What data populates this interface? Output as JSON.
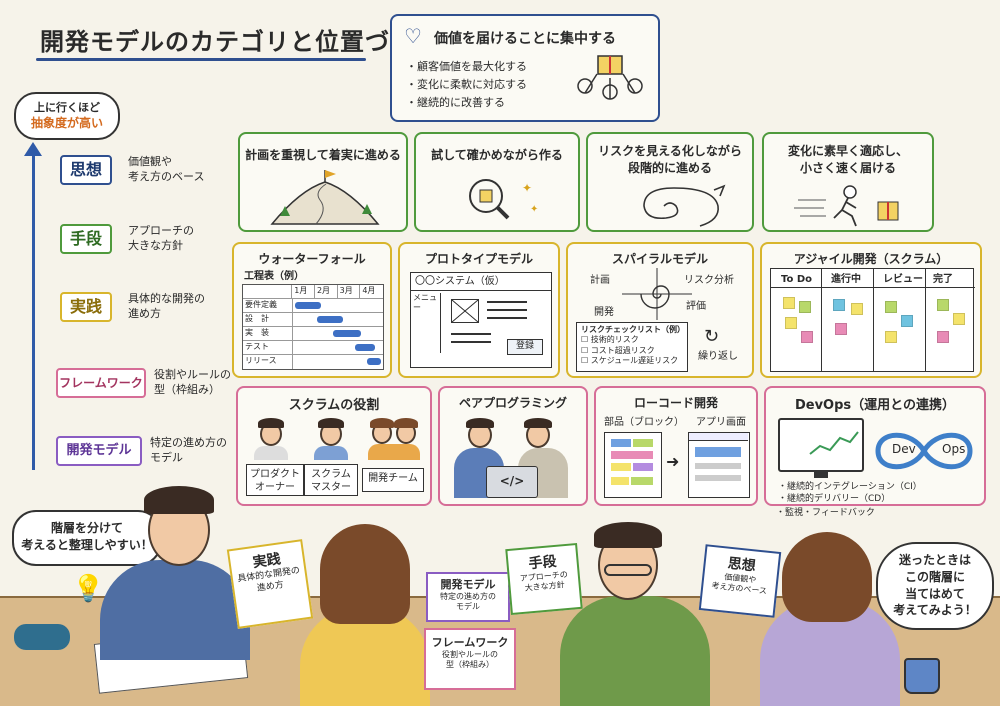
{
  "header": {
    "title": "開発モデルのカテゴリと位置づけ"
  },
  "value_box": {
    "title": "価値を届けることに集中する",
    "bullets": [
      "・顧客価値を最大化する",
      "・変化に柔軟に対応する",
      "・継続的に改善する"
    ]
  },
  "legend": {
    "arrow_note_line1": "上に行くほど",
    "arrow_note_line2": "抽象度が高い",
    "items": [
      {
        "tag": "思想",
        "desc": "価値観や\n考え方のベース",
        "color": "#2f4f8f"
      },
      {
        "tag": "手段",
        "desc": "アプローチの\n大きな方針",
        "color": "#4f9a3c"
      },
      {
        "tag": "実践",
        "desc": "具体的な開発の\n進め方",
        "color": "#d8b52c"
      },
      {
        "tag": "フレームワーク",
        "desc": "役割やルールの\n型（枠組み）",
        "color": "#d66d97"
      },
      {
        "tag": "開発モデル",
        "desc": "特定の進め方の\nモデル",
        "color": "#8a5cc2"
      }
    ]
  },
  "approach_row": [
    {
      "text": "計画を重視して着実に進める"
    },
    {
      "text": "試して確かめながら作る"
    },
    {
      "text": "リスクを見える化しながら\n段階的に進める"
    },
    {
      "text": "変化に素早く適応し、\n小さく速く届ける"
    }
  ],
  "practice_row": {
    "waterfall": {
      "title": "ウォーターフォール",
      "table_title": "工程表（例）",
      "months": [
        "1月",
        "2月",
        "3月",
        "4月"
      ],
      "rows": [
        "要件定義",
        "設　計",
        "実　装",
        "テスト",
        "リリース"
      ]
    },
    "prototype": {
      "title": "プロトタイプモデル",
      "window_title": "〇〇システム（仮）",
      "menu": "メニュー",
      "button": "登録"
    },
    "spiral": {
      "title": "スパイラルモデル",
      "labels": {
        "plan": "計画",
        "risk": "リスク分析",
        "dev": "開発",
        "eval": "評価"
      },
      "checklist_title": "リスクチェックリスト（例）",
      "checklist": [
        "技術的リスク",
        "コスト超過リスク",
        "スケジュール遅延リスク"
      ],
      "repeat": "繰り返し"
    },
    "agile": {
      "title": "アジャイル開発（スクラム）",
      "columns": [
        "To Do",
        "進行中",
        "レビュー",
        "完了"
      ]
    }
  },
  "framework_row": {
    "scrum_roles": {
      "title": "スクラムの役割",
      "roles": [
        "プロダクト\nオーナー",
        "スクラム\nマスター",
        "開発チーム"
      ]
    },
    "pair": {
      "title": "ペアプログラミング",
      "code": "</>"
    },
    "lowcode": {
      "title": "ローコード開発",
      "left": "部品（ブロック）",
      "right": "アプリ画面"
    },
    "devops": {
      "title": "DevOps（運用との連携）",
      "loop_left": "Dev",
      "loop_right": "Ops",
      "bullets": [
        "・継続的インテグレーション（CI）",
        "・継続的デリバリー（CD）",
        "・監視・フィードバック"
      ]
    }
  },
  "scene": {
    "bubble_left": "階層を分けて\n考えると整理しやすい！",
    "bubble_right": "迷ったときは\nこの階層に\n当てはめて\n考えてみよう！",
    "card_jissen_title": "実践",
    "card_jissen_desc": "具体的な開発の\n進め方",
    "card_model_title": "開発モデル",
    "card_model_desc": "特定の進め方の\nモデル",
    "card_fw_title": "フレームワーク",
    "card_fw_desc": "役割やルールの\n型（枠組み）",
    "card_shudan_title": "手段",
    "card_shudan_desc": "アプローチの\n大きな方針",
    "card_shiso_title": "思想",
    "card_shiso_desc": "価値観や\n考え方のベース"
  }
}
